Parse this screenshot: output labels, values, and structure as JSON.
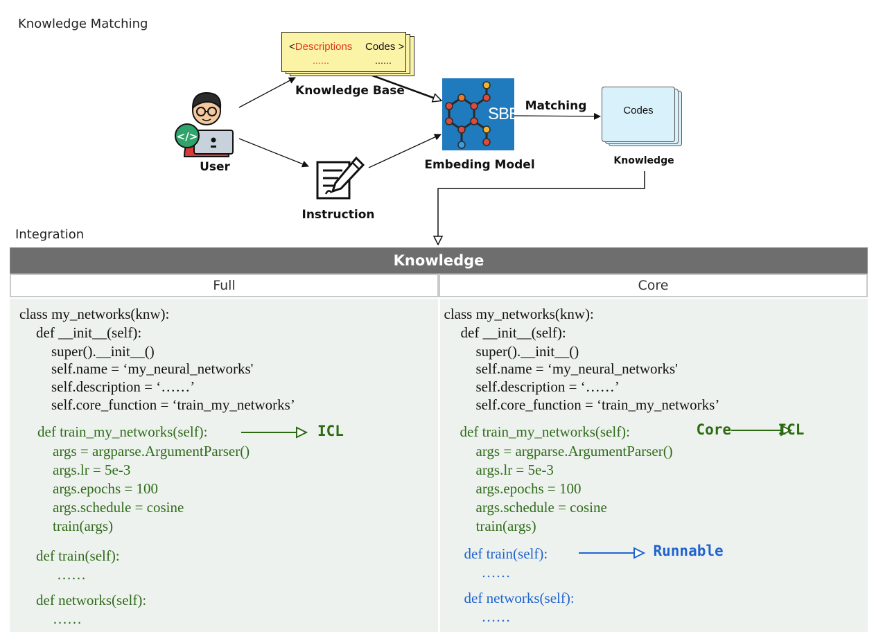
{
  "labels": {
    "knowledge_matching": "Knowledge Matching",
    "integration": "Integration",
    "user": "User",
    "instruction": "Instruction",
    "knowledge_base": "Knowledge Base",
    "embedding_model": "Embeding Model",
    "matching": "Matching",
    "knowledge": "Knowledge",
    "sbe": "SBE"
  },
  "knowledge_base": {
    "open": "<",
    "descriptions": "Descriptions",
    "codes": "Codes >",
    "dots_left": "……",
    "dots_right": "……"
  },
  "codes_box": {
    "label": "Codes"
  },
  "table": {
    "header": "Knowledge",
    "col_full": "Full",
    "col_core": "Core"
  },
  "full": {
    "l1": "class my_networks(knw):",
    "l2": "def __init__(self):",
    "l3": "super().__init__()",
    "l4": "self.name = ‘my_neural_networks'",
    "l5": "self.description = ‘……’",
    "l6": "self.core_function = ‘train_my_networks’",
    "l7": "def train_my_networks(self):",
    "l8": "args = argparse.ArgumentParser()",
    "l9": "args.lr = 5e-3",
    "l10": "args.epochs = 100",
    "l11": "args.schedule = cosine",
    "l12": "train(args)",
    "l13": "def train(self):",
    "l14": "……",
    "l15": "def networks(self):",
    "l16": "……",
    "tag_icl": "ICL"
  },
  "core": {
    "l1": "class my_networks(knw):",
    "l2": "def __init__(self):",
    "l3": "super().__init__()",
    "l4": "self.name = ‘my_neural_networks'",
    "l5": "self.description = ‘……’",
    "l6": "self.core_function = ‘train_my_networks’",
    "l7": "def train_my_networks(self):",
    "l8": "args = argparse.ArgumentParser()",
    "l9": "args.lr = 5e-3",
    "l10": "args.epochs = 100",
    "l11": "args.schedule = cosine",
    "l12": "train(args)",
    "l13": "def train(self):",
    "l14": "……",
    "l15": "def networks(self):",
    "l16": "……",
    "tag_core": "Core",
    "tag_icl": "ICL",
    "tag_runnable": "Runnable"
  },
  "colors": {
    "green_code": "#2f6b1a",
    "blue_code": "#1f63cf",
    "header_gray": "#6e6e6e",
    "kb_yellow": "#fbf3a6",
    "codes_blue": "#d9f1fb",
    "sbe_blue": "#1f7bbd"
  }
}
